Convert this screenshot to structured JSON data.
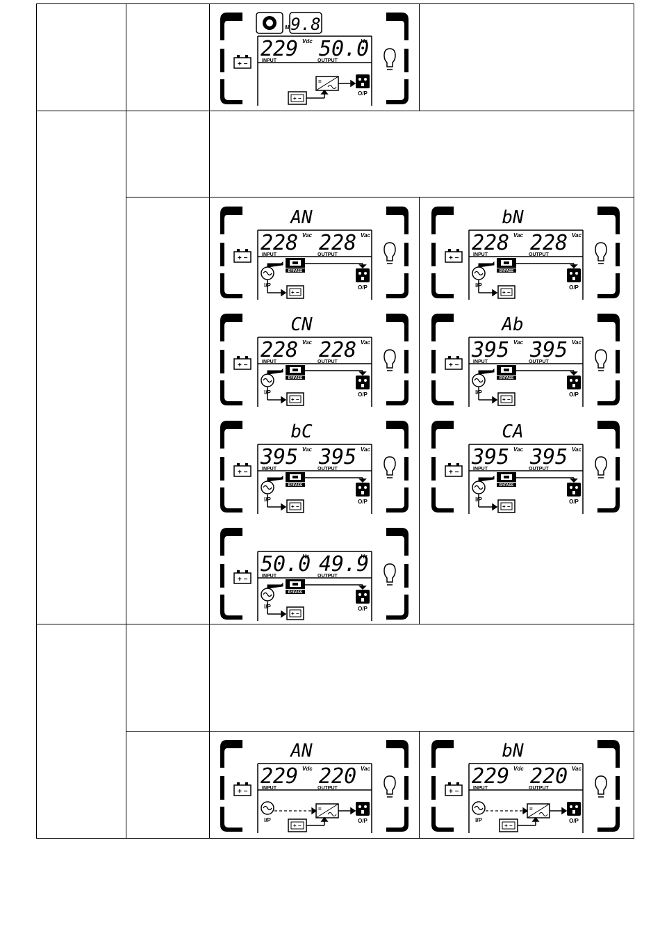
{
  "panels": [
    {
      "mode": "battery_top",
      "code": "",
      "input_value": "229",
      "input_unit": "Vdc",
      "output_value": "50.0",
      "output_unit": "Hz",
      "timer": "9.8",
      "timer_prefix": "M",
      "input_label": "INPUT",
      "output_label": "OUTPUT",
      "op_label": "O/P"
    },
    {
      "mode": "bypass",
      "code": "AN",
      "input_value": "228",
      "input_unit": "Vac",
      "output_value": "228",
      "output_unit": "Vac",
      "input_label": "INPUT",
      "output_label": "OUTPUT",
      "ip_label": "I/P",
      "op_label": "O/P",
      "bypass_label": "BYPASS"
    },
    {
      "mode": "bypass",
      "code": "bN",
      "input_value": "228",
      "input_unit": "Vac",
      "output_value": "228",
      "output_unit": "Vac",
      "input_label": "INPUT",
      "output_label": "OUTPUT",
      "ip_label": "I/P",
      "op_label": "O/P",
      "bypass_label": "BYPASS"
    },
    {
      "mode": "bypass",
      "code": "CN",
      "input_value": "228",
      "input_unit": "Vac",
      "output_value": "228",
      "output_unit": "Vac",
      "input_label": "INPUT",
      "output_label": "OUTPUT",
      "ip_label": "I/P",
      "op_label": "O/P",
      "bypass_label": "BYPASS"
    },
    {
      "mode": "bypass",
      "code": "Ab",
      "input_value": "395",
      "input_unit": "Vac",
      "output_value": "395",
      "output_unit": "Vac",
      "input_label": "INPUT",
      "output_label": "OUTPUT",
      "ip_label": "I/P",
      "op_label": "O/P",
      "bypass_label": "BYPASS"
    },
    {
      "mode": "bypass",
      "code": "bC",
      "input_value": "395",
      "input_unit": "Vac",
      "output_value": "395",
      "output_unit": "Vac",
      "input_label": "INPUT",
      "output_label": "OUTPUT",
      "ip_label": "I/P",
      "op_label": "O/P",
      "bypass_label": "BYPASS"
    },
    {
      "mode": "bypass",
      "code": "CA",
      "input_value": "395",
      "input_unit": "Vac",
      "output_value": "395",
      "output_unit": "Vac",
      "input_label": "INPUT",
      "output_label": "OUTPUT",
      "ip_label": "I/P",
      "op_label": "O/P",
      "bypass_label": "BYPASS"
    },
    {
      "mode": "bypass",
      "code": "",
      "input_value": "50.0",
      "input_unit": "Hz",
      "output_value": "49.9",
      "output_unit": "Hz",
      "input_label": "INPUT",
      "output_label": "OUTPUT",
      "ip_label": "I/P",
      "op_label": "O/P",
      "bypass_label": "BYPASS"
    },
    {
      "mode": "battery",
      "code": "AN",
      "input_value": "229",
      "input_unit": "Vdc",
      "output_value": "220",
      "output_unit": "Vac",
      "input_label": "INPUT",
      "output_label": "OUTPUT",
      "ip_label": "I/P",
      "op_label": "O/P"
    },
    {
      "mode": "battery",
      "code": "bN",
      "input_value": "229",
      "input_unit": "Vdc",
      "output_value": "220",
      "output_unit": "Vac",
      "input_label": "INPUT",
      "output_label": "OUTPUT",
      "ip_label": "I/P",
      "op_label": "O/P"
    }
  ]
}
